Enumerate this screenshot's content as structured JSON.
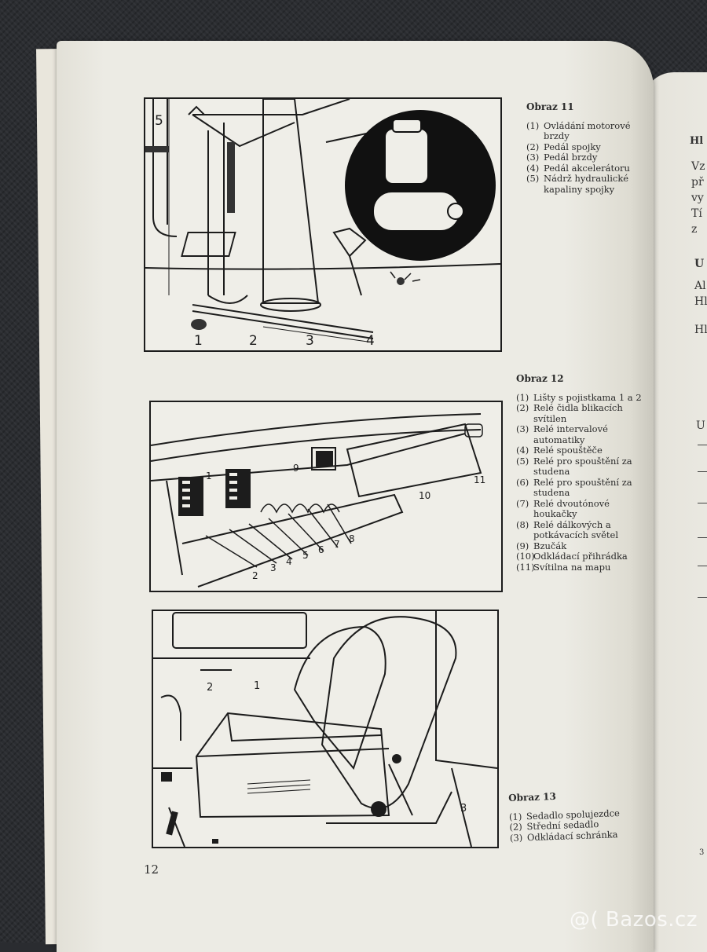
{
  "figure11": {
    "title": "Obraz 11",
    "items": [
      {
        "num": "(1)",
        "text": "Ovládání motorové brzdy"
      },
      {
        "num": "(2)",
        "text": "Pedál spojky"
      },
      {
        "num": "(3)",
        "text": "Pedál brzdy"
      },
      {
        "num": "(4)",
        "text": "Pedál akcelerátoru"
      },
      {
        "num": "(5)",
        "text": "Nádrž hydraulické kapaliny spojky"
      }
    ],
    "callouts": [
      "1",
      "2",
      "3",
      "4",
      "5"
    ]
  },
  "figure12": {
    "title": "Obraz 12",
    "items": [
      {
        "num": "(1)",
        "text": "Lišty s pojistkama 1 a 2"
      },
      {
        "num": "(2)",
        "text": "Relé čidla blikacích svítilen"
      },
      {
        "num": "(3)",
        "text": "Relé intervalové automatiky"
      },
      {
        "num": "(4)",
        "text": "Relé spouštěče"
      },
      {
        "num": "(5)",
        "text": "Relé pro spouštění za studena"
      },
      {
        "num": "(6)",
        "text": "Relé pro spouštění za studena"
      },
      {
        "num": "(7)",
        "text": "Relé dvoutónové houkačky"
      },
      {
        "num": "(8)",
        "text": "Relé dálkových a potkávacích světel"
      },
      {
        "num": "(9)",
        "text": "Bzučák"
      },
      {
        "num": "(10)",
        "text": "Odkládací přihrádka"
      },
      {
        "num": "(11)",
        "text": "Svítilna na mapu"
      }
    ],
    "callouts": [
      "1",
      "2",
      "3",
      "4",
      "5",
      "6",
      "7",
      "8",
      "9",
      "10",
      "11"
    ]
  },
  "figure13": {
    "title": "Obraz 13",
    "items": [
      {
        "num": "(1)",
        "text": "Sedadlo spolujezdce"
      },
      {
        "num": "(2)",
        "text": "Střední sedadlo"
      },
      {
        "num": "(3)",
        "text": "Odkládací schránka"
      }
    ],
    "callouts": [
      "1",
      "2",
      "3"
    ]
  },
  "page_number": "12",
  "right_page": {
    "fragments": [
      "Hl",
      "Vz",
      "př",
      "vy",
      "Tí",
      "z",
      "U",
      "Al",
      "Hl",
      "Hl",
      "U",
      "3"
    ]
  },
  "watermark": "@( Bazos.cz"
}
